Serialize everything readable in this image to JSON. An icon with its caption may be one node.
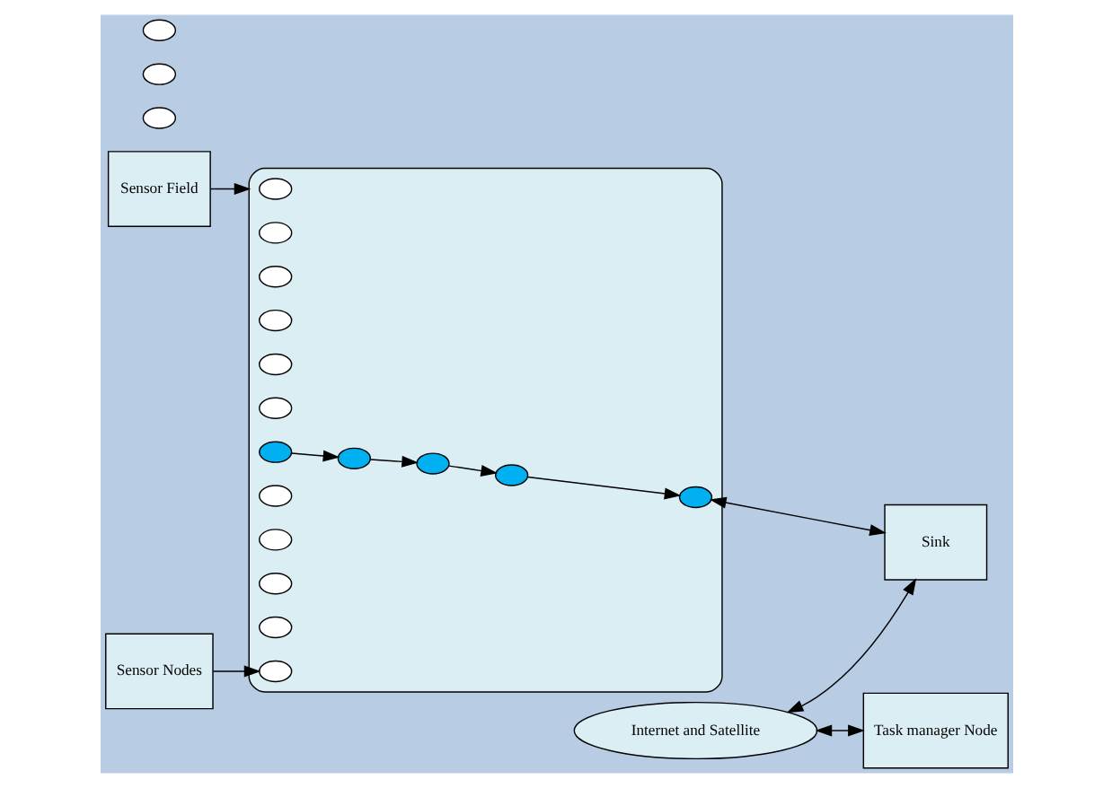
{
  "diagram": {
    "nodes": [
      {
        "text": [
          "Internet and Satellite"
        ]
      },
      {
        "text": [],
        "shape": "circle"
      },
      {
        "text": [],
        "shape": "circle"
      },
      {
        "text": [],
        "shape": "circle"
      },
      {
        "text": [
          "Sink"
        ]
      },
      {
        "text": [
          "Task manager Node"
        ]
      },
      {
        "text": [],
        "shape": "balloon"
      },
      {
        "text": [],
        "shape": "circle",
        "in": 6
      },
      {
        "text": [],
        "shape": "circle",
        "in": 6
      },
      {
        "text": [],
        "shape": "circle",
        "in": 6
      },
      {
        "text": [],
        "shape": "circle",
        "in": 6
      },
      {
        "text": [],
        "shape": "circle",
        "in": 6
      },
      {
        "text": [],
        "shape": "circle",
        "in": 6
      },
      {
        "text": [],
        "shape": "circle",
        "in": 6
      },
      {
        "text": [],
        "shape": "circle",
        "in": 6
      },
      {
        "text": [],
        "shape": "circle",
        "in": 6
      },
      {
        "text": [],
        "shape": "circle",
        "in": 6
      },
      {
        "text": [],
        "shape": "circle",
        "in": 6
      },
      {
        "text": [],
        "shape": "circle",
        "in": 6
      },
      {
        "text": [],
        "shape": "circle",
        "in": 6
      },
      {
        "text": [],
        "shape": "circle",
        "in": 6
      },
      {
        "text": [],
        "shape": "circle",
        "in": 6
      },
      {
        "text": [],
        "shape": "circle",
        "in": 6
      },
      {
        "text": [
          "Sensor Field"
        ]
      },
      {
        "text": [
          "Sensor Nodes"
        ]
      }
    ],
    "edges": [
      {
        "from": 0,
        "to": 4,
        "arrow": "both"
      },
      {
        "from": 0,
        "to": 5,
        "arrow": "both"
      },
      {
        "from": 13,
        "to": 4,
        "arrow": "both"
      },
      {
        "from": 14,
        "to": 13,
        "arrow": "to"
      },
      {
        "from": 15,
        "to": 14,
        "arrow": "to"
      },
      {
        "from": 16,
        "to": 15,
        "arrow": "to"
      },
      {
        "from": 17,
        "to": 16,
        "arrow": "to"
      },
      {
        "from": 23,
        "to": 6,
        "arrow": "to"
      },
      {
        "from": 24,
        "to": 22,
        "arrow": "to"
      }
    ]
  }
}
